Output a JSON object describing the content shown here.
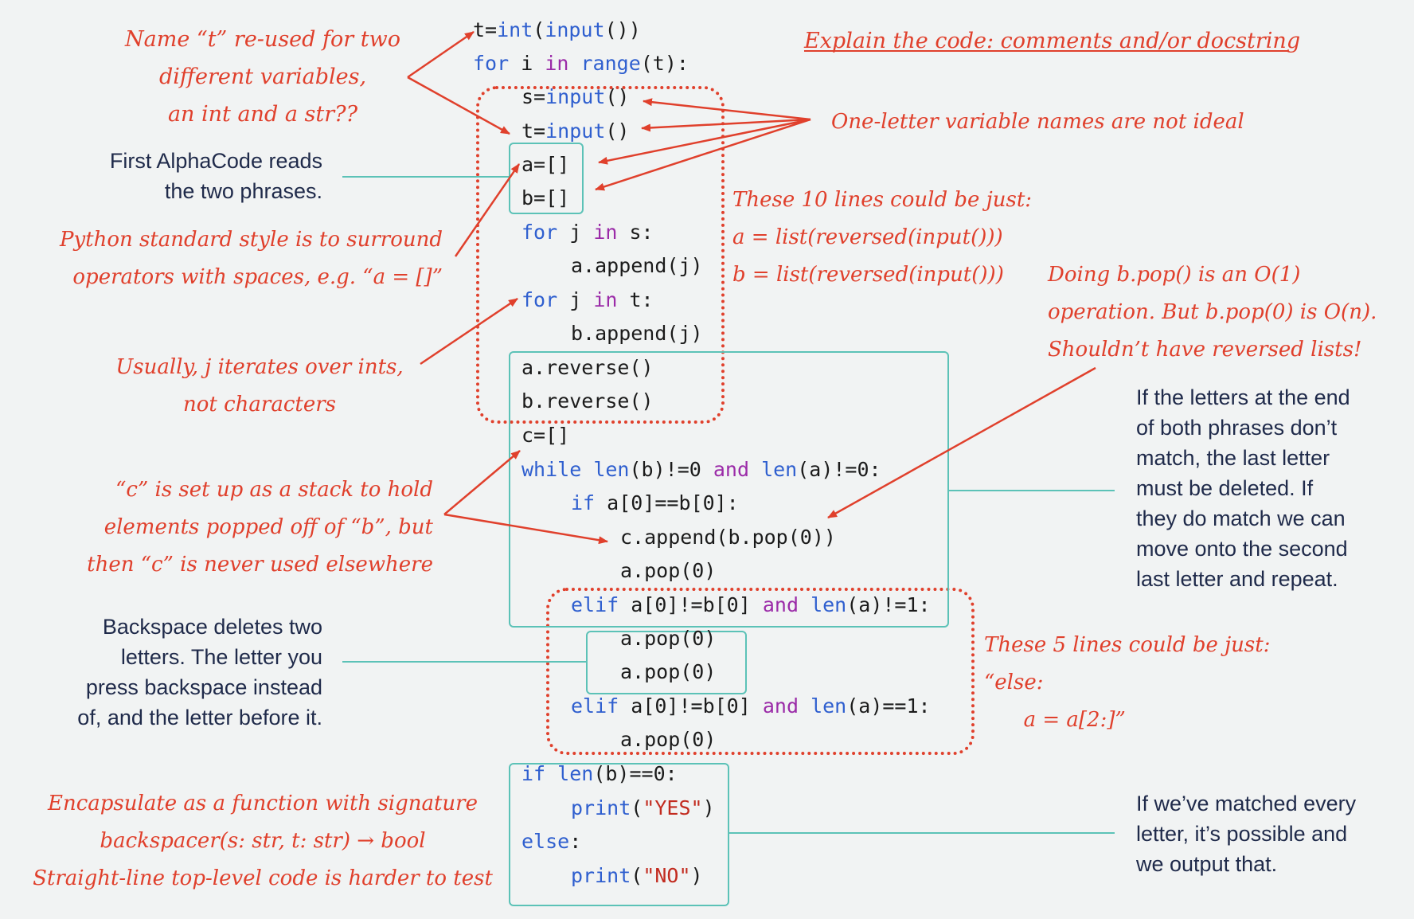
{
  "code": {
    "l1": [
      "t=",
      "int",
      "(",
      "input",
      "())"
    ],
    "l2": [
      "for",
      " i ",
      "in",
      " ",
      "range",
      "(t):"
    ],
    "l3": [
      "s=",
      "input",
      "()"
    ],
    "l4": [
      "t=",
      "input",
      "()"
    ],
    "l5": "a=[]",
    "l6": "b=[]",
    "l7": [
      "for",
      " j ",
      "in",
      " s:"
    ],
    "l8": "a.append(j)",
    "l9": [
      "for",
      " j ",
      "in",
      " t:"
    ],
    "l10": "b.append(j)",
    "l11": "a.reverse()",
    "l12": "b.reverse()",
    "l13": "c=[]",
    "l14": [
      "while",
      " ",
      "len",
      "(b)!=0 ",
      "and",
      " ",
      "len",
      "(a)!=0:"
    ],
    "l15": [
      "if",
      " a[0]==b[0]:"
    ],
    "l16": "c.append(b.pop(0))",
    "l17": "a.pop(0)",
    "l18": [
      "elif",
      " a[0]!=b[0] ",
      "and",
      " ",
      "len",
      "(a)!=1:"
    ],
    "l19": "a.pop(0)",
    "l20": "a.pop(0)",
    "l21": [
      "elif",
      " a[0]!=b[0] ",
      "and",
      " ",
      "len",
      "(a)==1:"
    ],
    "l22": "a.pop(0)",
    "l23": [
      "if",
      " ",
      "len",
      "(b)==0:"
    ],
    "l24": [
      "print",
      "(",
      "\"YES\"",
      ")"
    ],
    "l25": [
      "else",
      ":"
    ],
    "l26": [
      "print",
      "(",
      "\"NO\"",
      ")"
    ]
  },
  "annotations": {
    "name_t": "Name “t” re-used for two\ndifferent variables,\nan int and a str??",
    "explain": "Explain the code: comments and/or docstring",
    "one_letter": "One-letter variable names are not ideal",
    "ten_lines": "These 10 lines could be just:\na = list(reversed(input()))\nb = list(reversed(input()))",
    "style": "Python standard style is to surround\noperators with spaces, e.g. “a = []”",
    "bpop": "Doing b.pop() is an O(1)\noperation. But b.pop(0) is O(n).\nShouldn’t have reversed lists!",
    "j_iter": "Usually, j iterates over ints,\nnot characters",
    "c_stack": "“c” is set up as a stack to hold\nelements popped off of “b”, but\nthen “c” is never used elsewhere",
    "five_lines": "These 5 lines could be just:\n“else:\n      a = a[2:]”",
    "encapsulate": "Encapsulate as a function with signature\nbackspacer(s: str, t: str) → bool\nStraight-line top-level code is harder to test"
  },
  "explanations": {
    "reads": "First AlphaCode reads\nthe two phrases.",
    "letters": "If the letters at the end\nof both phrases don’t\nmatch, the last letter\nmust be deleted. If\nthey do match we can\nmove onto the second\nlast letter and repeat.",
    "backspace": "Backspace deletes two\nletters. The letter you\npress backspace instead\nof, and the letter before it.",
    "matched": "If we’ve matched every\nletter, it’s possible and\nwe output that."
  },
  "colors": {
    "annotation": "#e0402c",
    "box": "#5cc2b7",
    "explanation": "#1f2a4a",
    "keyword": "#2f5fcf",
    "operator": "#9b2ba8",
    "string": "#c22b1f"
  }
}
